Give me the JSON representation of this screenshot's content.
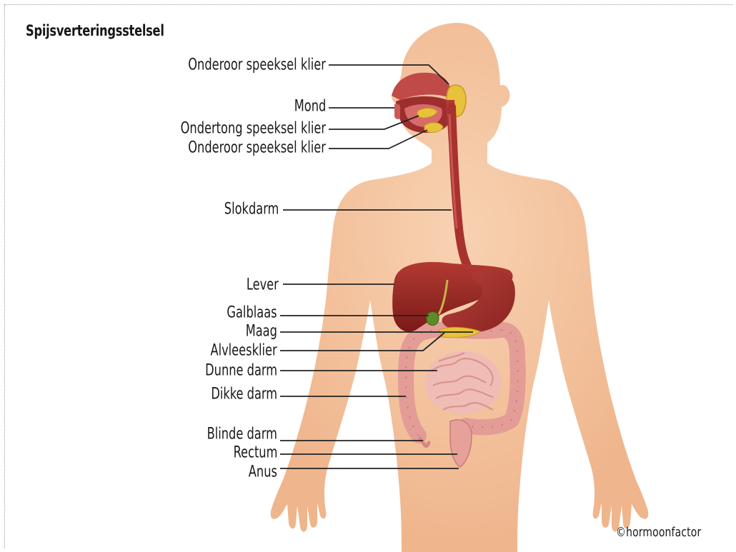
{
  "title": "Spijsverteringsstelsel",
  "credit": "©hormoonfactor",
  "labels": [
    {
      "id": "onderoor-1",
      "text": "Onderoor speeksel klier"
    },
    {
      "id": "mond",
      "text": "Mond"
    },
    {
      "id": "ondertong",
      "text": "Ondertong speeksel klier"
    },
    {
      "id": "onderoor-2",
      "text": "Onderoor speeksel klier"
    },
    {
      "id": "slokdarm",
      "text": "Slokdarm"
    },
    {
      "id": "lever",
      "text": "Lever"
    },
    {
      "id": "galblaas",
      "text": "Galblaas"
    },
    {
      "id": "maag",
      "text": "Maag"
    },
    {
      "id": "alvleesklier",
      "text": "Alvleesklier"
    },
    {
      "id": "dunne-darm",
      "text": "Dunne darm"
    },
    {
      "id": "dikke-darm",
      "text": "Dikke darm"
    },
    {
      "id": "blinde-darm",
      "text": "Blinde darm"
    },
    {
      "id": "rectum",
      "text": "Rectum"
    },
    {
      "id": "anus",
      "text": "Anus"
    }
  ],
  "colors": {
    "skin": "#f6c9a4",
    "skin_shadow": "#eeb48c",
    "organ_red": "#9c2a2a",
    "organ_dark": "#6e1414",
    "salivary_yellow": "#e8c23a",
    "intestine_pink": "#e9a6a0",
    "intestine_light": "#f2c0bb",
    "leader_line": "#222222"
  }
}
